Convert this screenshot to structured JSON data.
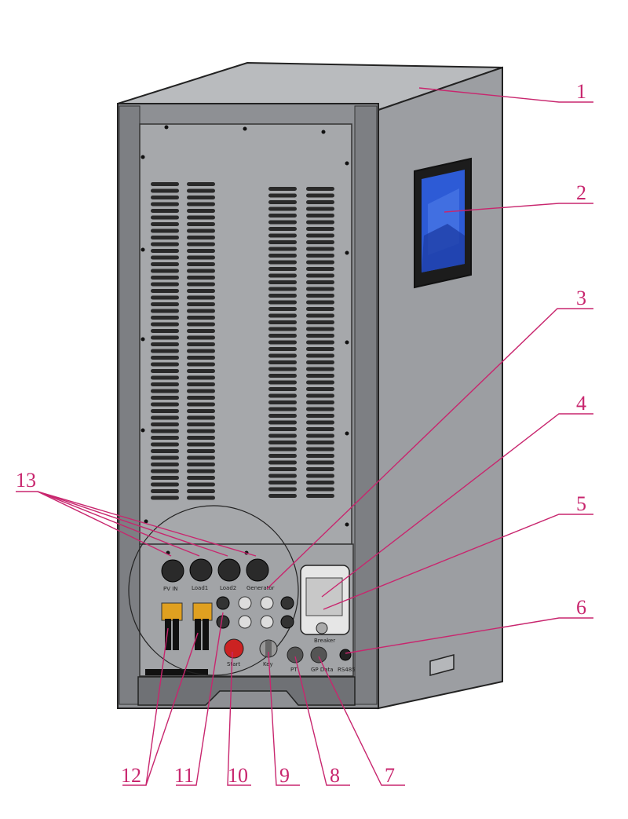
{
  "callouts": [
    "1",
    "2",
    "3",
    "4",
    "5",
    "6",
    "7",
    "8",
    "9",
    "10",
    "11",
    "12",
    "13"
  ],
  "panel_labels": {
    "knob_1": "PV IN",
    "knob_2": "Load1",
    "knob_3": "Load2",
    "knob_4": "Generator",
    "breaker": "Breaker",
    "start": "Start",
    "key": "Key",
    "rs485": "RS485",
    "port_a": "PT",
    "port_b": "GP Data"
  },
  "colors": {
    "leader": "#c8266e",
    "cabinet": "#8e9094",
    "cabinet_side": "#9a9ca0",
    "panel": "#a5a7aa",
    "start_button": "#cc2222",
    "screen_blue": "#2d5bd6"
  }
}
